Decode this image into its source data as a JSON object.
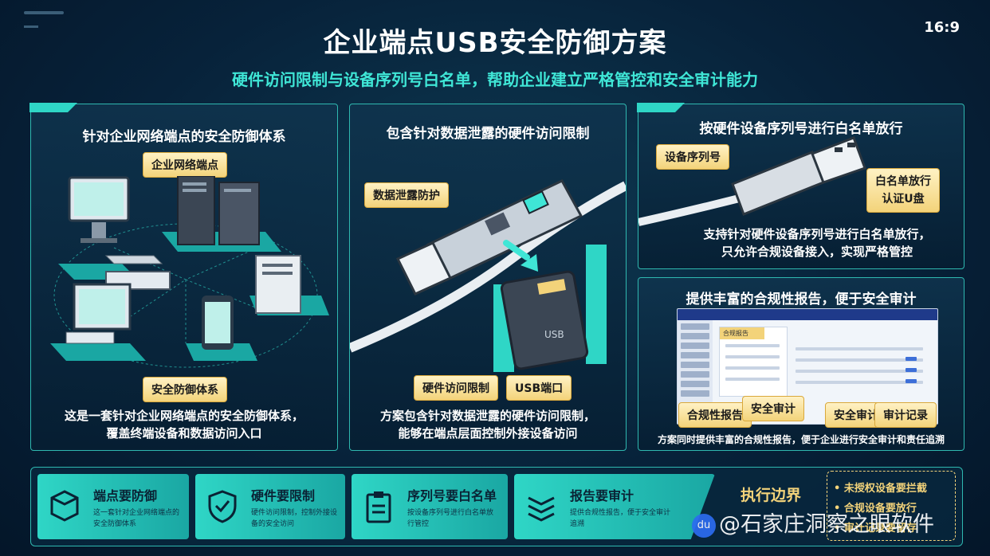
{
  "ratio": "16:9",
  "title": "企业端点USB安全防御方案",
  "subtitle": "硬件访问限制与设备序列号白名单，帮助企业建立严格管控和安全审计能力",
  "panel1": {
    "title": "针对企业网络端点的安全防御体系",
    "tag_top": "企业网络端点",
    "tag_bottom": "安全防御体系",
    "desc_line1": "这是一套针对企业网络端点的安全防御体系，",
    "desc_line2": "覆盖终端设备和数据访问入口"
  },
  "panel2": {
    "title": "包含针对数据泄露的硬件访问限制",
    "tag_leak": "数据泄露防护",
    "tag_hw": "硬件访问限制",
    "tag_usb": "USB端口",
    "device_label": "USB",
    "desc_line1": "方案包含针对数据泄露的硬件访问限制，",
    "desc_line2": "能够在端点层面控制外接设备访问"
  },
  "panel3": {
    "title": "按硬件设备序列号进行白名单放行",
    "tag_serial": "设备序列号",
    "tag_whitelist_line1": "白名单放行",
    "tag_whitelist_line2": "认证U盘",
    "desc_line1": "支持针对硬件设备序列号进行白名单放行，",
    "desc_line2": "只允许合规设备接入，实现严格管控"
  },
  "panel4": {
    "title": "提供丰富的合规性报告，便于安全审计",
    "tag_compliance": "合规性报告",
    "tag_audit1": "安全审计",
    "tag_audit2": "安全审计",
    "tag_records": "审计记录",
    "dash_box_label": "合规报告",
    "desc": "方案同时提供丰富的合规性报告，便于企业进行安全审计和责任追溯"
  },
  "features": [
    {
      "name": "端点要防御",
      "desc": "这一套针对企业网络端点的安全防御体系",
      "icon": "cube-icon"
    },
    {
      "name": "硬件要限制",
      "desc": "硬件访问限制，控制外接设备的安全访问",
      "icon": "shield-check-icon"
    },
    {
      "name": "序列号要白名单",
      "desc": "按设备序列号进行白名单放行管控",
      "icon": "clipboard-icon"
    },
    {
      "name": "报告要审计",
      "desc": "提供合规性报告，便于安全审计追溯",
      "icon": "layers-icon"
    }
  ],
  "exec": {
    "title": "执行边界",
    "items": [
      "• 未授权设备要拦截",
      "• 合规设备要放行",
      "• 审计记录要留存"
    ]
  },
  "watermark": "@石家庄洞察之眼软件",
  "watermark_logo": "du",
  "colors": {
    "accent": "#2fd6c6",
    "tag": "#f3d37a",
    "bg": "#07223a"
  }
}
